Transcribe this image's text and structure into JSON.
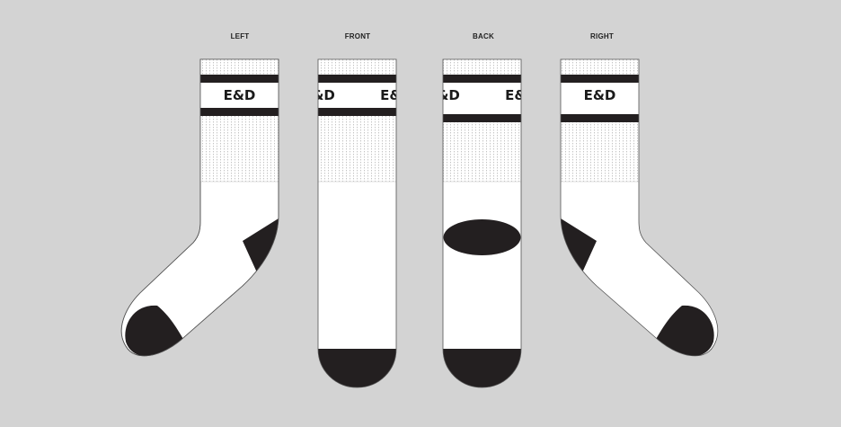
{
  "views": [
    {
      "label": "LEFT"
    },
    {
      "label": "FRONT"
    },
    {
      "label": "BACK"
    },
    {
      "label": "RIGHT"
    }
  ],
  "logo_text": "E&D",
  "colors": {
    "background": "#d3d3d3",
    "sock_body": "#ffffff",
    "accent": "#231f20",
    "outline": "#333333",
    "rib": "#bfbfbf"
  }
}
